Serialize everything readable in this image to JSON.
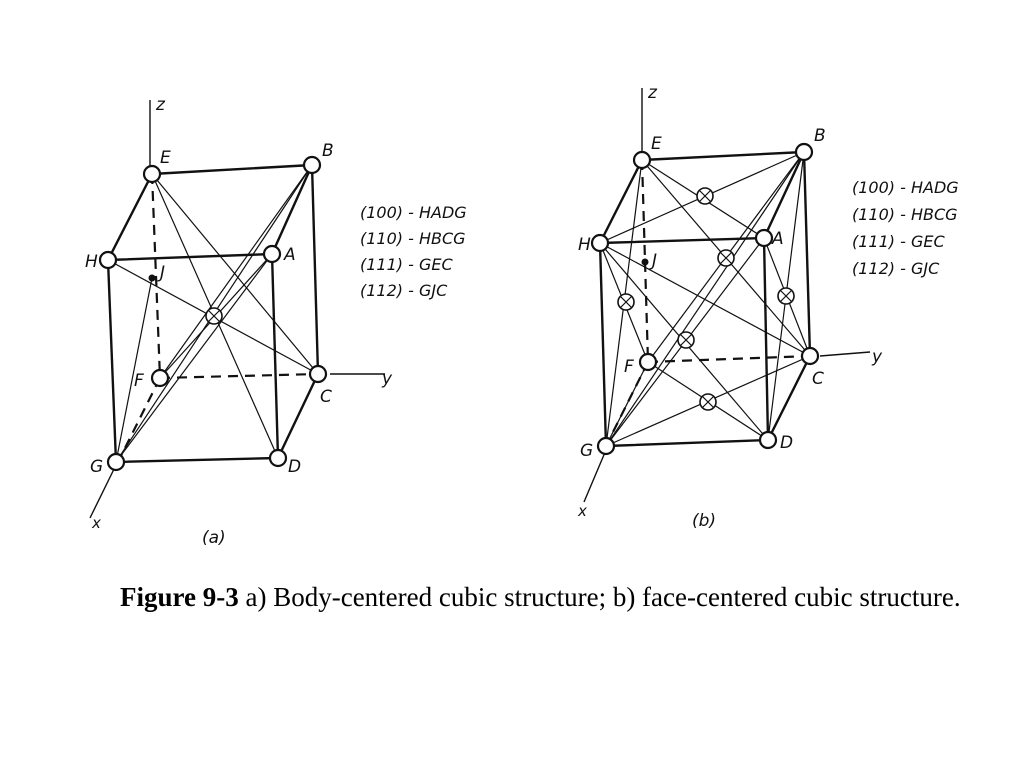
{
  "caption": {
    "figure_label": "Figure 9-3",
    "text": " a) Body-centered cubic structure; b) face-centered cubic structure."
  },
  "diagram_a": {
    "sublabel": "(a)",
    "axes": {
      "x": "x",
      "y": "y",
      "z": "z"
    },
    "atoms": {
      "E": "E",
      "B": "B",
      "H": "H",
      "A": "A",
      "J": "J",
      "F": "F",
      "C": "C",
      "G": "G",
      "D": "D"
    },
    "planes": [
      "(100) - HADG",
      "(110) - HBCG",
      "(111) - GEC",
      "(112) - GJC"
    ]
  },
  "diagram_b": {
    "sublabel": "(b)",
    "axes": {
      "x": "x",
      "y": "y",
      "z": "z"
    },
    "atoms": {
      "E": "E",
      "B": "B",
      "H": "H",
      "A": "A",
      "J": "J",
      "F": "F",
      "C": "C",
      "G": "G",
      "D": "D"
    },
    "planes": [
      "(100) - HADG",
      "(110) - HBCG",
      "(111) - GEC",
      "(112) - GJC"
    ]
  }
}
